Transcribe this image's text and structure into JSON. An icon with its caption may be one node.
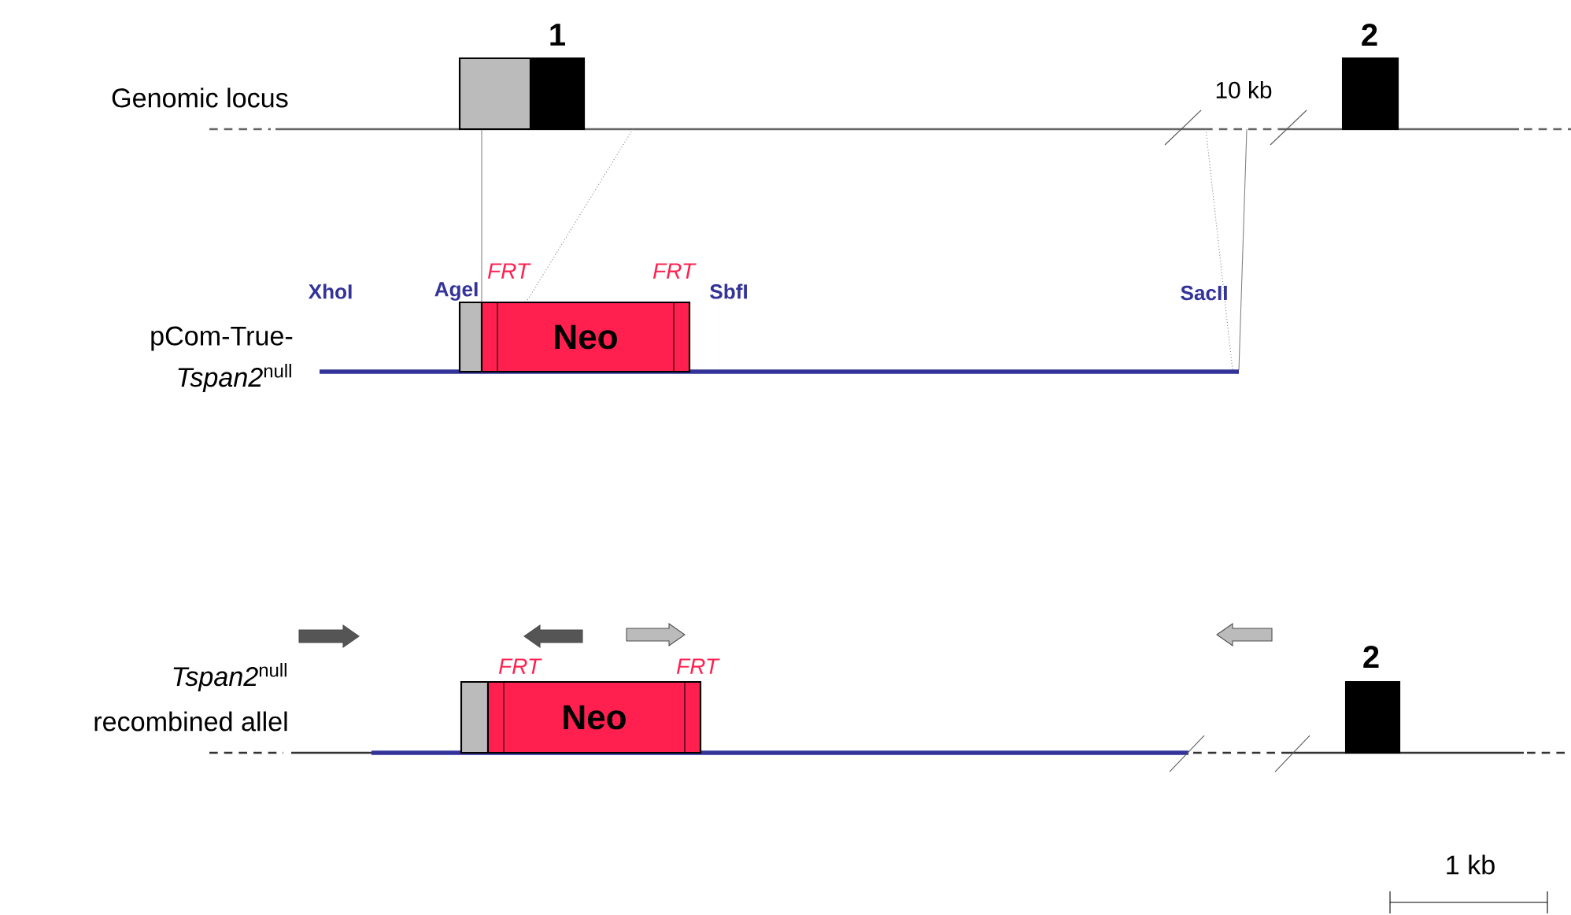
{
  "diagram": {
    "nodes": [
      {
        "text": [],
        "shape": "box"
      },
      {
        "text": [
          "1"
        ]
      },
      {
        "text": [
          "2"
        ]
      },
      {
        "text": [],
        "shape": "box"
      },
      {
        "text": [
          "Neo"
        ]
      },
      {
        "text": [],
        "shape": "box"
      },
      {
        "text": [
          "Neo"
        ]
      },
      {
        "text": [
          "2"
        ]
      }
    ],
    "labels": [
      "Genomic locus",
      "10 kb",
      "FRT",
      "FRT",
      "XhoI",
      "AgeI",
      "SbfI",
      "SacII",
      "pCom-True-",
      "*Tspan2*$^{null}$",
      "FRT",
      "FRT",
      "*Tspan2*$^{null}$",
      "recombined allel",
      "1 kb"
    ]
  }
}
